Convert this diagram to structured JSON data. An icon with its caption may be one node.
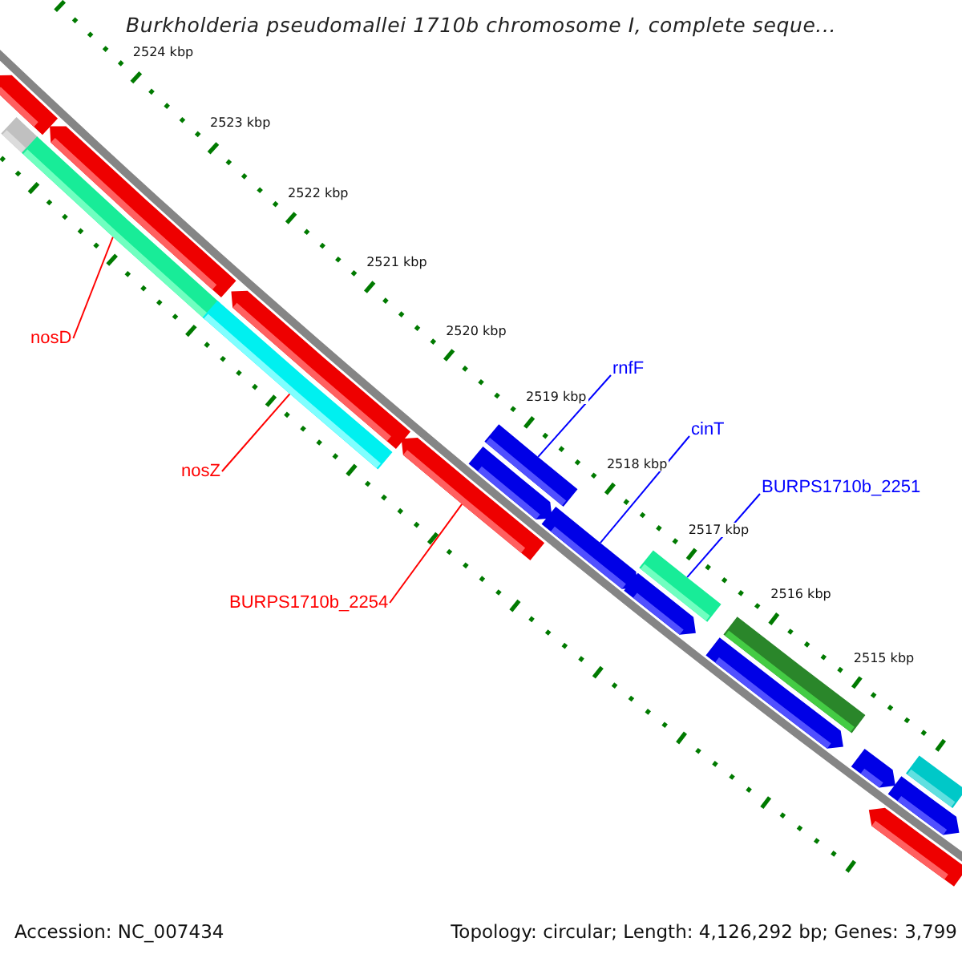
{
  "diagram": {
    "title": "Burkholderia pseudomallei 1710b chromosome I, complete seque...",
    "nodes": [
      {
        "text": [
          "nosD"
        ]
      },
      {
        "text": [
          "rnfF"
        ]
      },
      {
        "text": [
          "cinT"
        ]
      },
      {
        "text": [
          "nosZ"
        ]
      },
      {
        "text": [
          "BURPS1710b_2251"
        ]
      },
      {
        "text": [
          "BURPS1710b_2254"
        ]
      },
      {
        "text": [],
        "shape": "bar"
      },
      {
        "text": [],
        "shape": "bar"
      },
      {
        "text": [],
        "shape": "bar"
      },
      {
        "text": [],
        "shape": "bar"
      },
      {
        "text": [],
        "shape": "bar"
      },
      {
        "text": [],
        "shape": "bar"
      },
      {
        "text": [],
        "shape": "bar"
      },
      {
        "text": [],
        "shape": "bar"
      },
      {
        "text": [],
        "shape": "bar"
      },
      {
        "text": [],
        "shape": "bar"
      },
      {
        "text": [],
        "shape": "bar"
      },
      {
        "text": [],
        "shape": "bar"
      },
      {
        "text": [],
        "shape": "bar"
      },
      {
        "text": [],
        "shape": "bar"
      },
      {
        "text": [],
        "shape": "bar"
      },
      {
        "text": [],
        "shape": "bar"
      },
      {
        "text": [],
        "shape": "bar"
      },
      {
        "text": [],
        "shape": "bar"
      }
    ],
    "edges": [
      {
        "from": 0,
        "to": 8,
        "arrow": "none",
        "color": "#ff0000"
      },
      {
        "from": 1,
        "to": 14,
        "arrow": "none",
        "color": "#0000ff"
      },
      {
        "from": 2,
        "to": 15,
        "arrow": "none",
        "color": "#0000ff"
      },
      {
        "from": 3,
        "to": 10,
        "arrow": "none",
        "color": "#ff0000"
      },
      {
        "from": 4,
        "to": 17,
        "arrow": "none",
        "color": "#0000ff"
      },
      {
        "from": 5,
        "to": 12,
        "arrow": "none",
        "color": "#ff0000"
      }
    ],
    "labels": [
      "2524 kbp",
      "2523 kbp",
      "2522 kbp",
      "2521 kbp",
      "2520 kbp",
      "2519 kbp",
      "2518 kbp",
      "2517 kbp",
      "2516 kbp",
      "2515 kbp",
      "Accession: NC_007434",
      "Topology: circular; Length: 4,126,292 bp; Genes: 3,799"
    ]
  }
}
